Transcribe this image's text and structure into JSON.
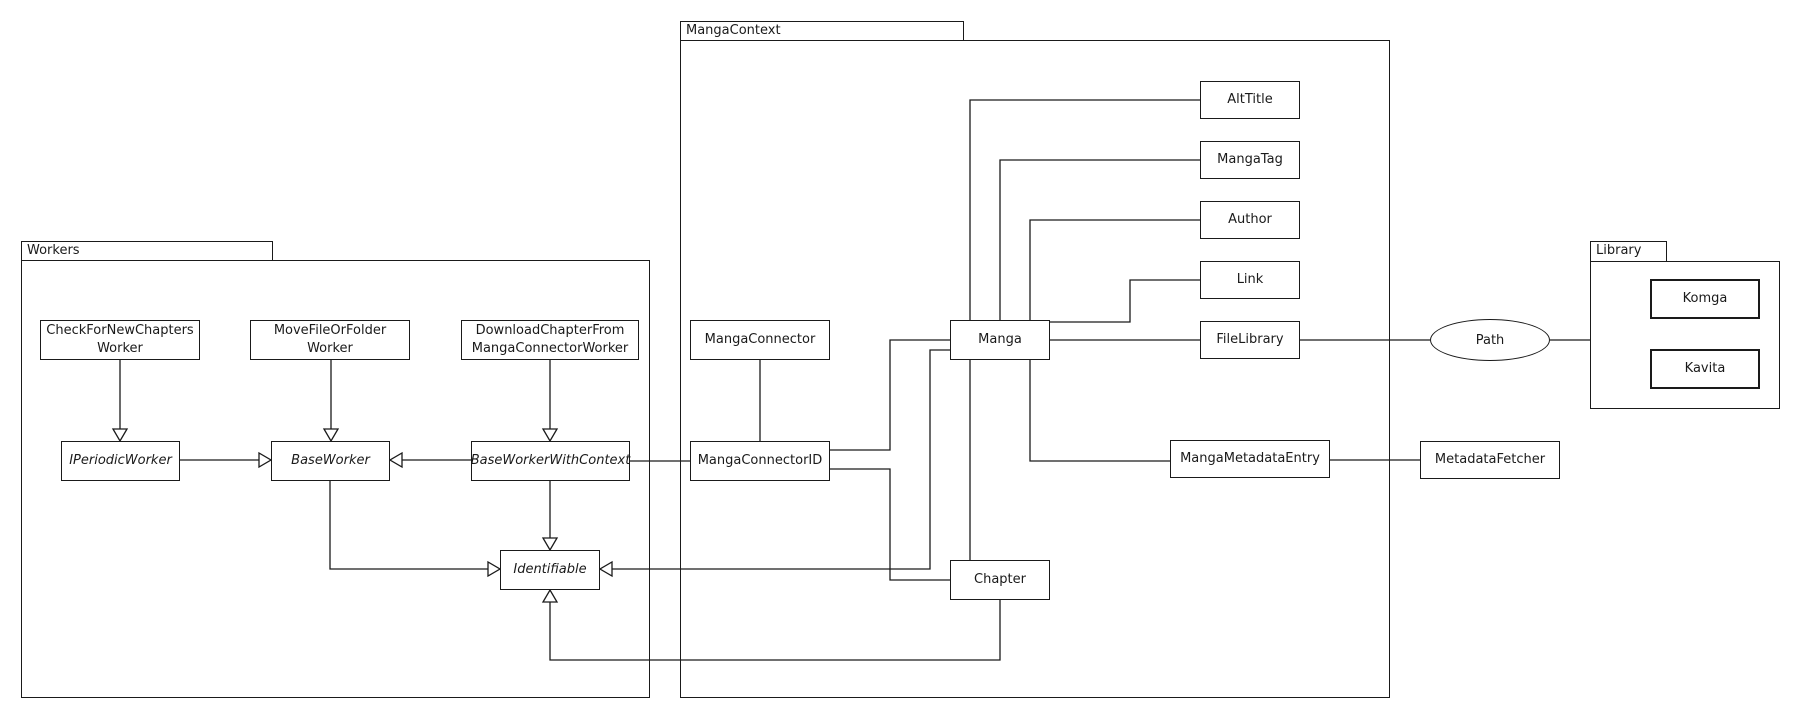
{
  "packages": {
    "workers": {
      "label": "Workers"
    },
    "manga_context": {
      "label": "MangaContext"
    },
    "library": {
      "label": "Library"
    }
  },
  "nodes": {
    "check_for_new_chapters_worker": {
      "label": "CheckForNewChapters\nWorker",
      "abstract": false
    },
    "move_file_or_folder_worker": {
      "label": "MoveFileOrFolder\nWorker",
      "abstract": false
    },
    "download_chapter_worker": {
      "label": "DownloadChapterFrom\nMangaConnectorWorker",
      "abstract": false
    },
    "i_periodic_worker": {
      "label": "IPeriodicWorker",
      "abstract": true
    },
    "base_worker": {
      "label": "BaseWorker",
      "abstract": true
    },
    "base_worker_with_context": {
      "label": "BaseWorkerWithContext",
      "abstract": true
    },
    "identifiable": {
      "label": "Identifiable",
      "abstract": true
    },
    "manga_connector": {
      "label": "MangaConnector",
      "abstract": false
    },
    "manga_connector_id": {
      "label": "MangaConnectorID",
      "abstract": false
    },
    "manga": {
      "label": "Manga",
      "abstract": false
    },
    "chapter": {
      "label": "Chapter",
      "abstract": false
    },
    "alt_title": {
      "label": "AltTitle",
      "abstract": false
    },
    "manga_tag": {
      "label": "MangaTag",
      "abstract": false
    },
    "author": {
      "label": "Author",
      "abstract": false
    },
    "link": {
      "label": "Link",
      "abstract": false
    },
    "file_library": {
      "label": "FileLibrary",
      "abstract": false
    },
    "manga_metadata_entry": {
      "label": "MangaMetadataEntry",
      "abstract": false
    },
    "metadata_fetcher": {
      "label": "MetadataFetcher",
      "abstract": false
    },
    "komga": {
      "label": "Komga",
      "abstract": false
    },
    "kavita": {
      "label": "Kavita",
      "abstract": false
    },
    "path": {
      "label": "Path",
      "abstract": false
    }
  },
  "edges": [
    {
      "from": "CheckForNewChaptersWorker",
      "to": "IPeriodicWorker",
      "type": "inheritance"
    },
    {
      "from": "MoveFileOrFolderWorker",
      "to": "BaseWorker",
      "type": "inheritance"
    },
    {
      "from": "DownloadChapterFromMangaConnectorWorker",
      "to": "BaseWorkerWithContext",
      "type": "inheritance"
    },
    {
      "from": "IPeriodicWorker",
      "to": "BaseWorker",
      "type": "inheritance"
    },
    {
      "from": "BaseWorkerWithContext",
      "to": "BaseWorker",
      "type": "inheritance"
    },
    {
      "from": "BaseWorkerWithContext",
      "to": "Identifiable",
      "type": "inheritance"
    },
    {
      "from": "BaseWorker",
      "to": "Identifiable",
      "type": "inheritance"
    },
    {
      "from": "Manga",
      "to": "Identifiable",
      "type": "inheritance"
    },
    {
      "from": "Chapter",
      "to": "Identifiable",
      "type": "inheritance"
    },
    {
      "from": "BaseWorkerWithContext",
      "to": "MangaConnectorID",
      "type": "association"
    },
    {
      "from": "MangaConnector",
      "to": "MangaConnectorID",
      "type": "association"
    },
    {
      "from": "MangaConnectorID",
      "to": "Manga",
      "type": "association"
    },
    {
      "from": "MangaConnectorID",
      "to": "Chapter",
      "type": "association"
    },
    {
      "from": "Manga",
      "to": "AltTitle",
      "type": "association"
    },
    {
      "from": "Manga",
      "to": "MangaTag",
      "type": "association"
    },
    {
      "from": "Manga",
      "to": "Author",
      "type": "association"
    },
    {
      "from": "Manga",
      "to": "Link",
      "type": "association"
    },
    {
      "from": "Manga",
      "to": "FileLibrary",
      "type": "association"
    },
    {
      "from": "Manga",
      "to": "Chapter",
      "type": "association"
    },
    {
      "from": "Manga",
      "to": "MangaMetadataEntry",
      "type": "association"
    },
    {
      "from": "FileLibrary",
      "to": "Path",
      "type": "association"
    },
    {
      "from": "Path",
      "to": "Library",
      "type": "association"
    },
    {
      "from": "MangaMetadataEntry",
      "to": "MetadataFetcher",
      "type": "association"
    }
  ],
  "colors": {
    "line": "#1a1a1a",
    "background": "#ffffff",
    "node_fill": "#ffffff"
  }
}
